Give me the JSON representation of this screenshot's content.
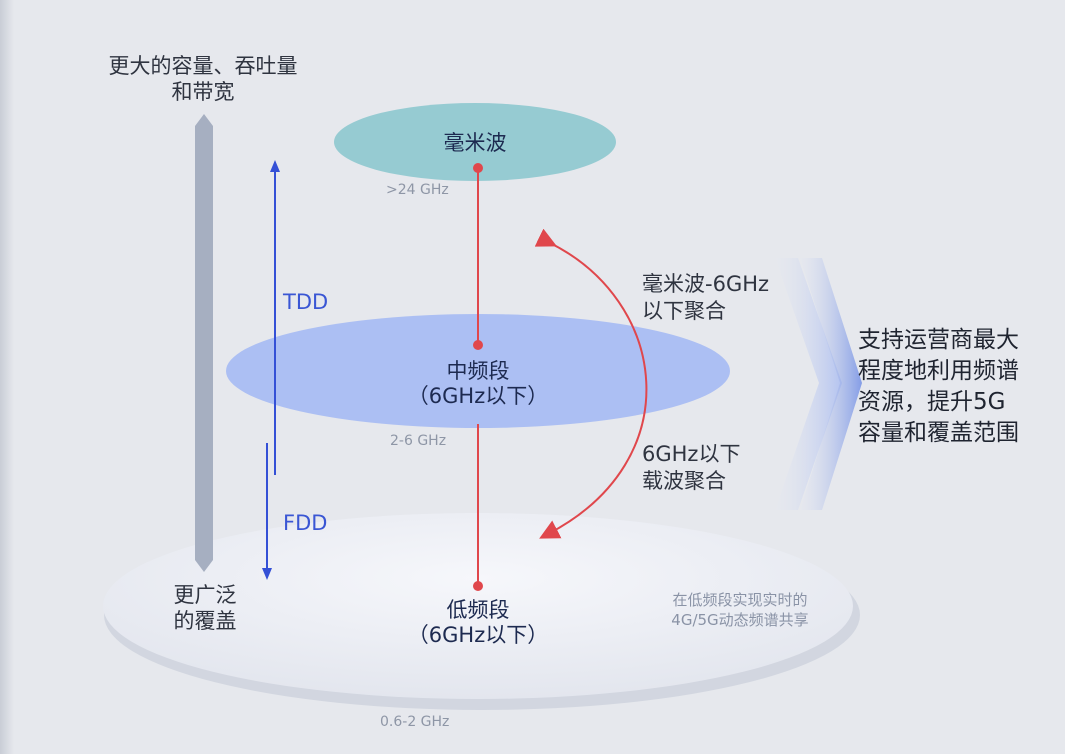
{
  "top_left_label": [
    "更大的容量、吞吐量",
    "和带宽"
  ],
  "bottom_left_label": [
    "更广泛",
    "的覆盖"
  ],
  "bands": {
    "mmwave": {
      "name": "毫米波",
      "freq": ">24 GHz"
    },
    "mid": {
      "name": [
        "中频段",
        "（6GHz以下）"
      ],
      "freq": "2-6 GHz"
    },
    "low": {
      "name": [
        "低频段",
        "（6GHz以下）"
      ],
      "freq": "0.6-2 GHz"
    }
  },
  "duplex": {
    "tdd": "TDD",
    "fdd": "FDD"
  },
  "aggregation": {
    "mmwave_sub6": [
      "毫米波-6GHz",
      "以下聚合"
    ],
    "sub6_carrier": [
      "6GHz以下",
      "载波聚合"
    ]
  },
  "low_band_note": [
    "在低频段实现实时的",
    "4G/5G动态频谱共享"
  ],
  "conclusion": [
    "支持运营商最大",
    "程度地利用频谱",
    "资源，提升5G",
    "容量和覆盖范围"
  ],
  "colors": {
    "mmwave_fill": "#96cbd2",
    "mid_fill": "#a9bdf3",
    "low_fill": "#eef0f6",
    "connector_red": "#e0474c",
    "arrow_blue": "#3450d6",
    "vertical_bar": "#a6afc1"
  }
}
